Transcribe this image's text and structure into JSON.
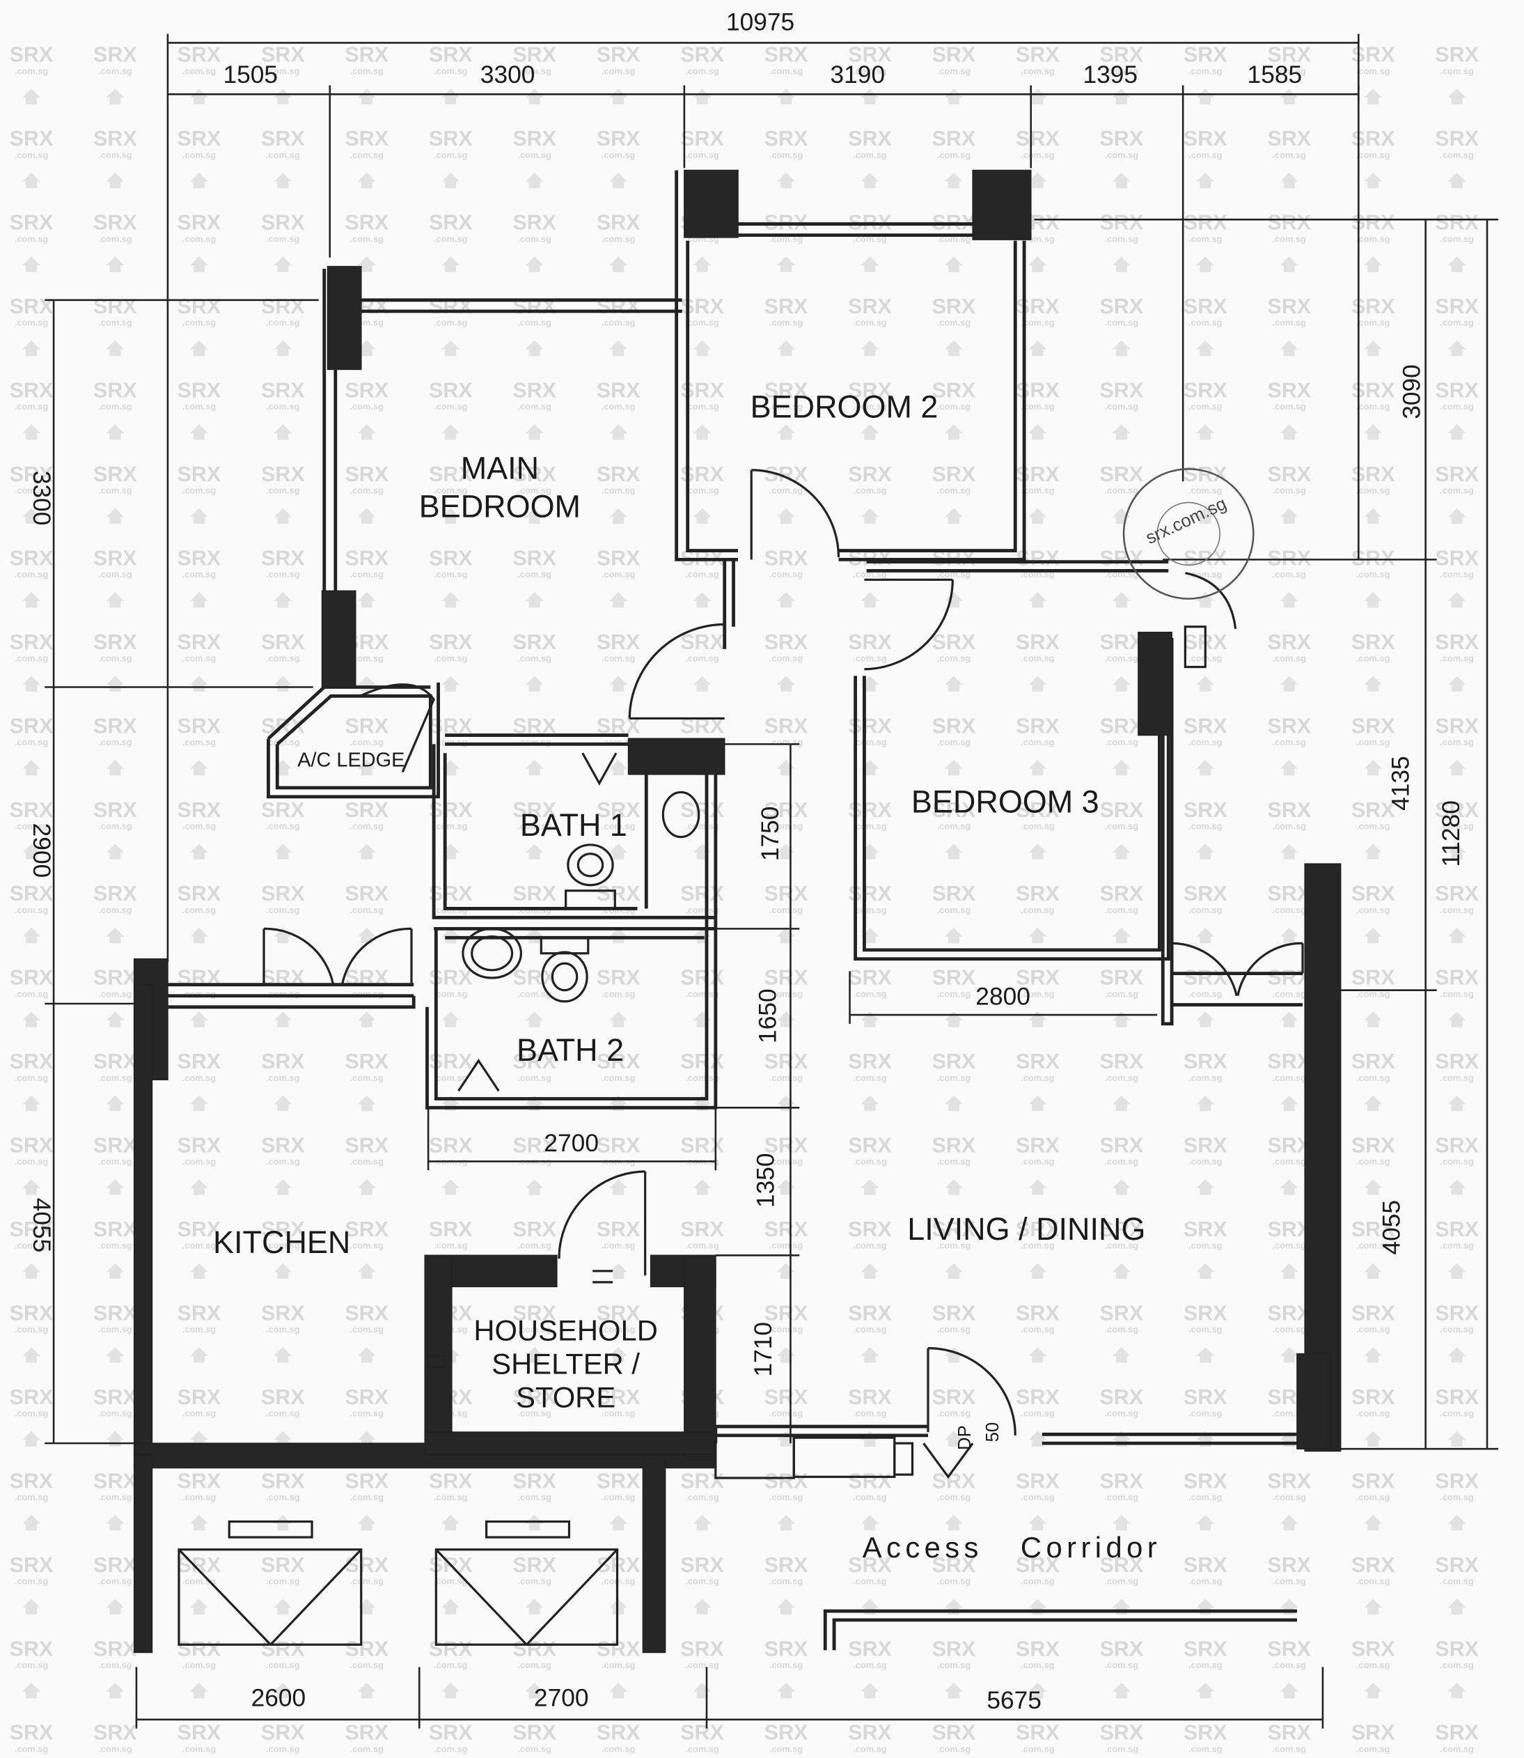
{
  "rooms": {
    "main_bedroom_line1": "MAIN",
    "main_bedroom_line2": "BEDROOM",
    "bedroom2": "BEDROOM 2",
    "bedroom3": "BEDROOM 3",
    "ac_ledge": "A/C LEDGE",
    "bath1": "BATH 1",
    "bath2": "BATH 2",
    "kitchen": "KITCHEN",
    "living_dining": "LIVING / DINING",
    "shelter_line1": "HOUSEHOLD",
    "shelter_line2": "SHELTER /",
    "shelter_line3": "STORE",
    "access_corridor": "Access   Corridor",
    "dp_label": "DP",
    "dp_size": "50"
  },
  "dimensions": {
    "overall_width": "10975",
    "top_1505": "1505",
    "top_3300": "3300",
    "top_3190": "3190",
    "top_1395": "1395",
    "top_1585": "1585",
    "left_3300": "3300",
    "left_2900": "2900",
    "left_4055": "4055",
    "right_3090": "3090",
    "right_4135": "4135",
    "right_4055": "4055",
    "right_11280": "11280",
    "bath_1750": "1750",
    "bath_1650": "1650",
    "bath_1350": "1350",
    "bath_1710": "1710",
    "bedroom3_2800": "2800",
    "bath_2700": "2700",
    "bottom_2600": "2600",
    "bottom_2700": "2700",
    "bottom_5675": "5675"
  },
  "watermark": {
    "brand": "SRX",
    "sub": ".com.sg",
    "stamp": "srx.com.sg"
  }
}
